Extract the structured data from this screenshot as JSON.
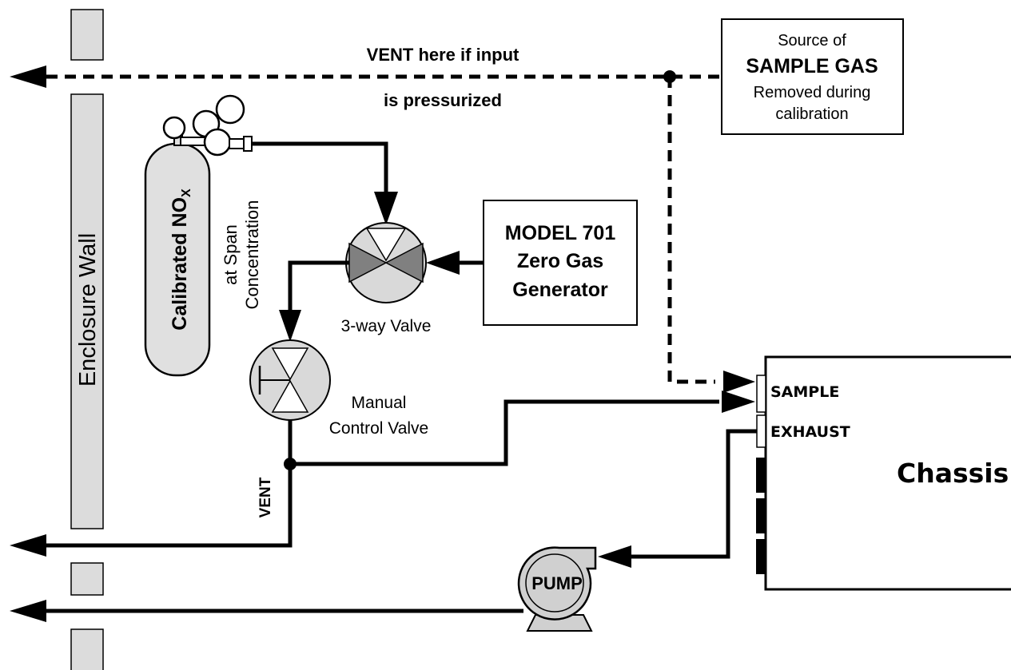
{
  "enclosure": {
    "wall_label": "Enclosure Wall"
  },
  "vent_top": {
    "line1": "VENT here if input",
    "line2": "is pressurized"
  },
  "sample_source": {
    "line1": "Source of",
    "line2": "SAMPLE GAS",
    "line3": "Removed during",
    "line4": "calibration"
  },
  "cylinder": {
    "label_main": "Calibrated NO",
    "label_sub": "X",
    "note_line1": "at Span",
    "note_line2": "Concentration"
  },
  "three_way_valve": {
    "label": "3-way Valve"
  },
  "zero_gas_generator": {
    "line1": "MODEL 701",
    "line2": "Zero Gas",
    "line3": "Generator"
  },
  "manual_valve": {
    "line1": "Manual",
    "line2": "Control Valve"
  },
  "vent_label": "VENT",
  "chassis": {
    "title": "Chassis",
    "sample_port": "SAMPLE",
    "exhaust_port": "EXHAUST"
  },
  "pump": {
    "label": "PUMP"
  },
  "colors": {
    "wall_fill": "#dcdcdc",
    "component_fill": "#d9d9d9",
    "valve_triangle": "#808080",
    "line": "#000000"
  }
}
